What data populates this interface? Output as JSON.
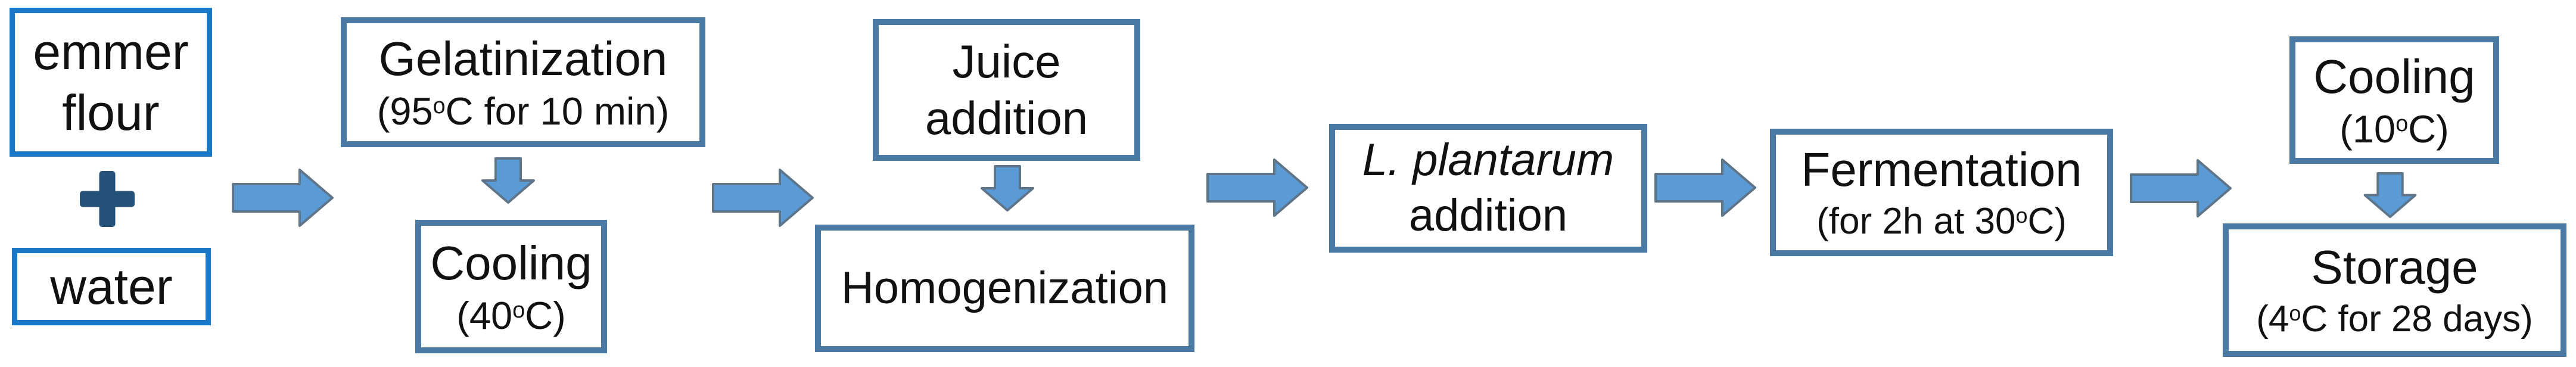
{
  "colors": {
    "ingredient_border": "#1a78c8",
    "process_border": "#4a7aa4",
    "arrow_fill": "#5b9bd5",
    "arrow_outline": "#5e7488",
    "plus": "#255278",
    "text": "#111111"
  },
  "nodes": {
    "emmer_flour": {
      "line1": "emmer",
      "line2": "flour"
    },
    "water": {
      "line1": "water"
    },
    "gelatinization": {
      "line1": "Gelatinization",
      "line2_pre": "(95",
      "line2_sup": "o",
      "line2_post": "C for 10 min)"
    },
    "cooling_40": {
      "line1": "Cooling",
      "line2_pre": "(40",
      "line2_sup": "o",
      "line2_post": "C)"
    },
    "juice_addition": {
      "line1": "Juice",
      "line2": "addition"
    },
    "homogenization": {
      "line1": "Homogenization"
    },
    "l_plantarum_addition": {
      "line1": "L. plantarum",
      "line2": "addition"
    },
    "fermentation": {
      "line1": "Fermentation",
      "line2_pre": "(for 2h at 30",
      "line2_sup": "o",
      "line2_post": "C)"
    },
    "cooling_10": {
      "line1": "Cooling",
      "line2_pre": "(10",
      "line2_sup": "o",
      "line2_post": "C)"
    },
    "storage": {
      "line1": "Storage",
      "line2_pre": "(4",
      "line2_sup": "o",
      "line2_post": "C for 28 days)"
    }
  },
  "icons": {
    "plus": "plus",
    "arrow_right": "right block arrow",
    "arrow_down": "down block arrow"
  }
}
